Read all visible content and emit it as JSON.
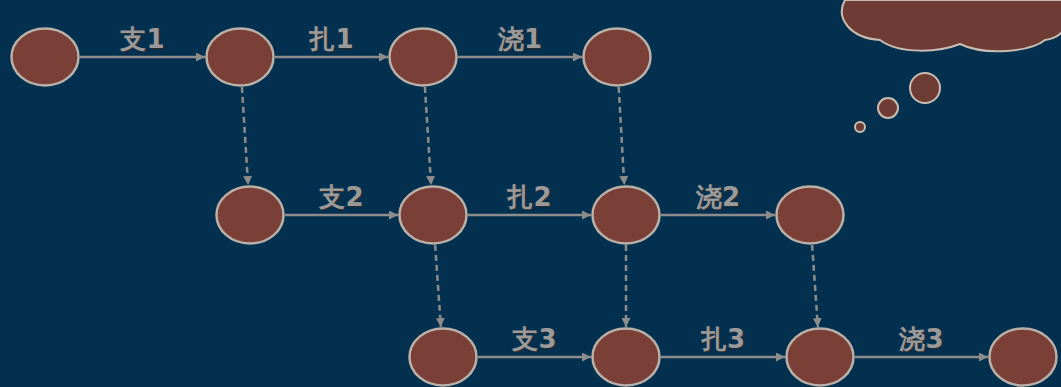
{
  "diagram": {
    "nodes": [
      {
        "text": []
      },
      {
        "text": []
      },
      {
        "text": []
      },
      {
        "text": []
      },
      {
        "text": []
      },
      {
        "text": []
      },
      {
        "text": []
      },
      {
        "text": []
      },
      {
        "text": []
      },
      {
        "text": []
      },
      {
        "text": []
      },
      {
        "text": []
      }
    ],
    "edges": [
      {
        "from": 0,
        "to": 1,
        "arrow": "to",
        "label": "支1"
      },
      {
        "from": 1,
        "to": 2,
        "arrow": "to",
        "label": "扎1"
      },
      {
        "from": 2,
        "to": 3,
        "arrow": "to",
        "label": "浇1"
      },
      {
        "from": 4,
        "to": 5,
        "arrow": "to",
        "label": "支2"
      },
      {
        "from": 5,
        "to": 6,
        "arrow": "to",
        "label": "扎2"
      },
      {
        "from": 6,
        "to": 7,
        "arrow": "to",
        "label": "浇2"
      },
      {
        "from": 8,
        "to": 9,
        "arrow": "to",
        "label": "支3"
      },
      {
        "from": 9,
        "to": 10,
        "arrow": "to",
        "label": "扎3"
      },
      {
        "from": 10,
        "to": 11,
        "arrow": "to",
        "label": "浇3"
      },
      {
        "from": 1,
        "to": 4,
        "arrow": "to"
      },
      {
        "from": 2,
        "to": 5,
        "arrow": "to"
      },
      {
        "from": 3,
        "to": 6,
        "arrow": "to"
      },
      {
        "from": 5,
        "to": 8,
        "arrow": "to"
      },
      {
        "from": 6,
        "to": 9,
        "arrow": "to"
      },
      {
        "from": 7,
        "to": 10,
        "arrow": "to"
      }
    ]
  }
}
